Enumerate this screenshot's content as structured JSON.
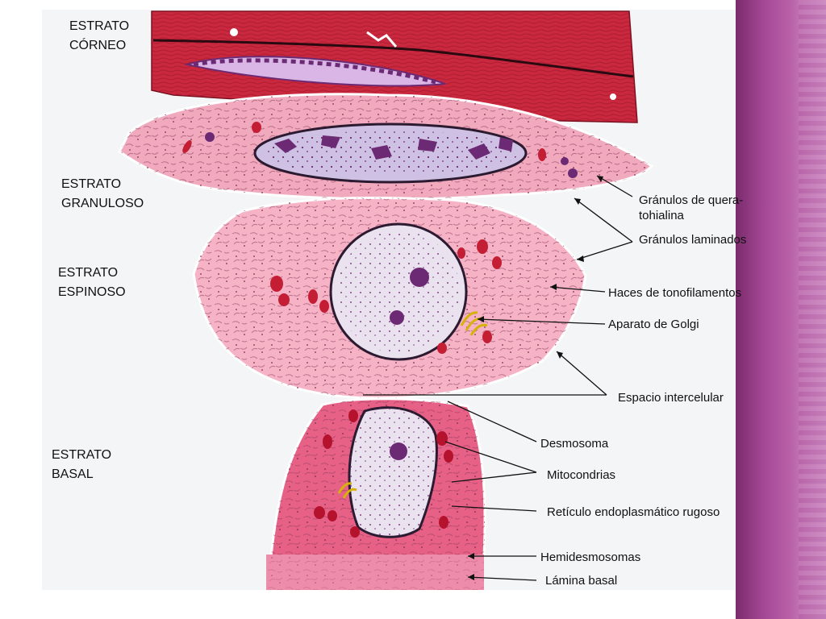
{
  "layers": {
    "corneo": [
      "ESTRATO",
      "CÓRNEO"
    ],
    "granuloso": [
      "ESTRATO",
      "GRANULOSO"
    ],
    "espinoso": [
      "ESTRATO",
      "ESPINOSO"
    ],
    "basal": [
      "ESTRATO",
      "BASAL"
    ]
  },
  "labels": {
    "granulos_queratohialina": [
      "Gránulos de quera-",
      "tohialina"
    ],
    "granulos_laminados": "Gránulos laminados",
    "haces_tonofilamentos": "Haces de tonofilamentos",
    "aparato_golgi": "Aparato de Golgi",
    "espacio_intercelular": "Espacio intercelular",
    "desmosoma": "Desmosoma",
    "mitocondrias": "Mitocondrias",
    "reticulo": "Retículo endoplasmático rugoso",
    "hemidesmosomas": "Hemidesmosomas",
    "lamina_basal": "Lámina basal"
  },
  "colors": {
    "corneo": "#c9283f",
    "granuloso": "#f0a9bd",
    "espinoso": "#f6b3c6",
    "basal": "#e76187",
    "nucleus": "#e4d8ea",
    "chromatin": "#6b2a73",
    "mitochondria": "#c41e35",
    "side_band": "#a34794"
  }
}
